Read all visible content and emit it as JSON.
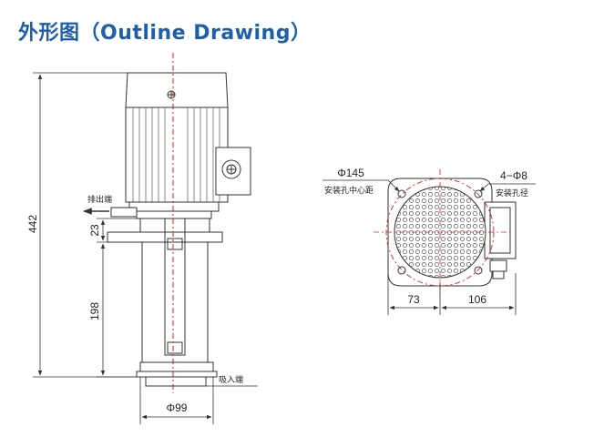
{
  "title": "外形图（Outline Drawing）",
  "side_view": {
    "dim_total_height": "442",
    "dim_top_section": "23",
    "dim_lower_section": "198",
    "dim_diameter": "Φ99",
    "label_outlet": "排出端",
    "label_inlet": "吸入端"
  },
  "top_view": {
    "dim_mount_circle": "Φ145",
    "label_mount_circle": "安装孔中心距",
    "dim_holes": "4−Φ8",
    "label_holes": "安装孔径",
    "dim_left": "73",
    "dim_right": "106"
  },
  "colors": {
    "title": "#1e5fa8",
    "centerline": "#cc2222",
    "line": "#333333"
  }
}
